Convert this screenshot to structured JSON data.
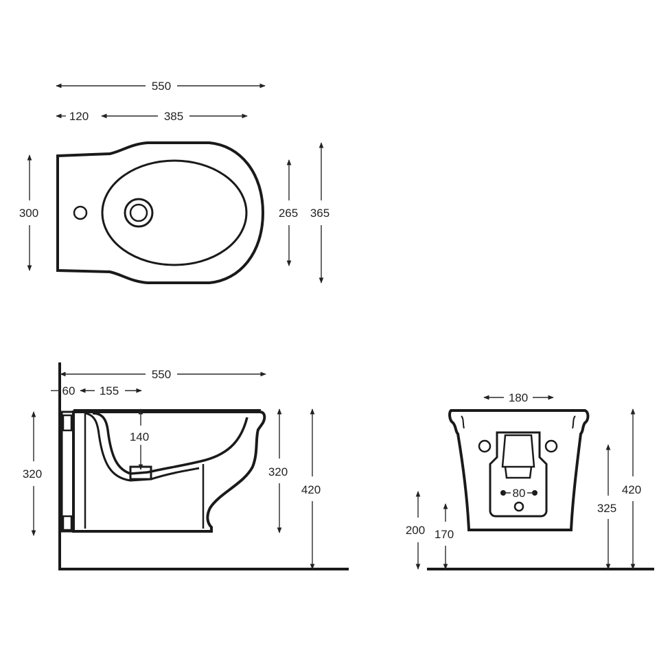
{
  "top_view": {
    "dim_overall_length": "550",
    "dim_rear_offset": "120",
    "dim_bowl_length": "385",
    "dim_rear_width": "300",
    "dim_bowl_width": "265",
    "dim_overall_width": "365"
  },
  "side_view": {
    "dim_overall_length": "550",
    "dim_wall_gap": "60",
    "dim_outlet_offset": "155",
    "dim_bowl_depth": "140",
    "dim_body_height_left": "320",
    "dim_body_height_right": "320",
    "dim_rim_height": "420"
  },
  "front_view": {
    "dim_top_width": "180",
    "dim_fixing_spacing": "80",
    "dim_outlet_height": "200",
    "dim_fixing_height": "170",
    "dim_inlet_height": "325",
    "dim_rim_height": "420"
  },
  "colors": {
    "line": "#1a1a1a",
    "background": "#ffffff"
  }
}
